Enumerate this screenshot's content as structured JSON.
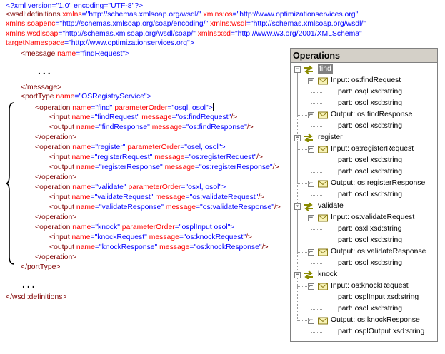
{
  "xml": {
    "decl": "<?xml version=\"1.0\" encoding=\"UTF-8\"?>",
    "defs_open": "<wsdl:definitions",
    "l1": {
      "a1": "xmlns",
      "v1": "=\"http://schemas.xmlsoap.org/wsdl/\"",
      "a2": "xmlns:os",
      "v2": "=\"http://www.optimizationservices.org\""
    },
    "l2": {
      "a1": "xmlns:soapenc",
      "v1": "=\"http://schemas.xmlsoap.org/soap/encoding/\"",
      "a2": "xmlns:wsdl",
      "v2": "=\"http://schemas.xmlsoap.org/wsdl/\""
    },
    "l3": {
      "a1": "xmlns:wsdlsoap",
      "v1": "=\"http://schemas.xmlsoap.org/wsdl/soap/\"",
      "a2": "xmlns:xsd",
      "v2": "=\"http://www.w3.org/2001/XMLSchema\""
    },
    "l4": {
      "a1": "targetNamespace",
      "v1": "=\"http://www.optimizationservices.org\">"
    },
    "message_open": {
      "tag": "<message",
      "attr": "name",
      "val": "=\"findRequest\">"
    },
    "dots": "...",
    "message_close": "</message>",
    "porttype_open": {
      "tag": "<portType",
      "attr": "name",
      "val": "=\"OSRegistryService\">"
    },
    "operations": [
      {
        "op_tag": "<operation",
        "name_attr": "name",
        "name_val": "=\"find\"",
        "po_attr": "parameterOrder",
        "po_val": "=\"osql, osol\">",
        "input_tag": "<input",
        "in_name_attr": "name",
        "in_name_val": "=\"findRequest\"",
        "in_msg_attr": "message",
        "in_msg_val": "=\"os:findRequest\"",
        "in_end": "/>",
        "output_tag": "<output",
        "out_name_attr": "name",
        "out_name_val": "=\"findResponse\"",
        "out_msg_attr": "message",
        "out_msg_val": "=\"os:findResponse\"",
        "out_end": "/>",
        "close": "</operation>"
      },
      {
        "op_tag": "<operation",
        "name_attr": "name",
        "name_val": "=\"register\"",
        "po_attr": "parameterOrder",
        "po_val": "=\"osel, osol\">",
        "input_tag": "<input",
        "in_name_attr": "name",
        "in_name_val": "=\"registerRequest\"",
        "in_msg_attr": "message",
        "in_msg_val": "=\"os:registerRequest\"",
        "in_end": "/>",
        "output_tag": "<output",
        "out_name_attr": "name",
        "out_name_val": "=\"registerResponse\"",
        "out_msg_attr": "message",
        "out_msg_val": "=\"os:registerResponse\"",
        "out_end": "/>",
        "close": "</operation>"
      },
      {
        "op_tag": "<operation",
        "name_attr": "name",
        "name_val": "=\"validate\"",
        "po_attr": "parameterOrder",
        "po_val": "=\"osxl, osol\">",
        "input_tag": "<input",
        "in_name_attr": "name",
        "in_name_val": "=\"validateRequest\"",
        "in_msg_attr": "message",
        "in_msg_val": "=\"os:validateRequest\"",
        "in_end": "/>",
        "output_tag": "<output",
        "out_name_attr": "name",
        "out_name_val": "=\"validateResponse\"",
        "out_msg_attr": "message",
        "out_msg_val": "=\"os:validateResponse\"",
        "out_end": "/>",
        "close": "</operation>"
      },
      {
        "op_tag": "<operation",
        "name_attr": "name",
        "name_val": "=\"knock\"",
        "po_attr": "parameterOrder",
        "po_val": "=\"osplInput osol\">",
        "input_tag": "<input",
        "in_name_attr": "name",
        "in_name_val": "=\"knockRequest\"",
        "in_msg_attr": "message",
        "in_msg_val": "=\"os:knockRequest\"",
        "in_end": "/>",
        "output_tag": "<output",
        "out_name_attr": "name",
        "out_name_val": "=\"knockResponse\"",
        "out_msg_attr": "message",
        "out_msg_val": "=\"os:knockResponse\"",
        "out_end": "/>",
        "close": "</operation>"
      }
    ],
    "porttype_close": "</portType>",
    "defs_close": "</wsdl:definitions>"
  },
  "panel": {
    "title": "Operations",
    "operations": [
      {
        "name": "find",
        "input": "Input: os:findRequest",
        "input_parts": [
          "part: osql xsd:string",
          "part: osol xsd:string"
        ],
        "output": "Output: os:findResponse",
        "output_parts": [
          "part: osol xsd:string"
        ]
      },
      {
        "name": "register",
        "input": "Input: os:registerRequest",
        "input_parts": [
          "part: osel xsd:string",
          "part: osol xsd:string"
        ],
        "output": "Output: os:registerResponse",
        "output_parts": [
          "part: osol xsd:string"
        ]
      },
      {
        "name": "validate",
        "input": "Input: os:validateRequest",
        "input_parts": [
          "part: osxl xsd:string",
          "part: osol xsd:string"
        ],
        "output": "Output: os:validateResponse",
        "output_parts": [
          "part: osol xsd:string"
        ]
      },
      {
        "name": "knock",
        "input": "Input: os:knockRequest",
        "input_parts": [
          "part: osplInput xsd:string",
          "part: osol xsd:string"
        ],
        "output": "Output: os:knockResponse",
        "output_parts": [
          "part: osplOutput xsd:string"
        ]
      }
    ],
    "colors": {
      "operation_icon": "#8a8a00",
      "selection": "#808080",
      "envelope": "#f7f2b6"
    },
    "icons": {
      "operation": "double-arrow-icon",
      "message": "envelope-icon",
      "expander": "collapse-icon"
    }
  }
}
